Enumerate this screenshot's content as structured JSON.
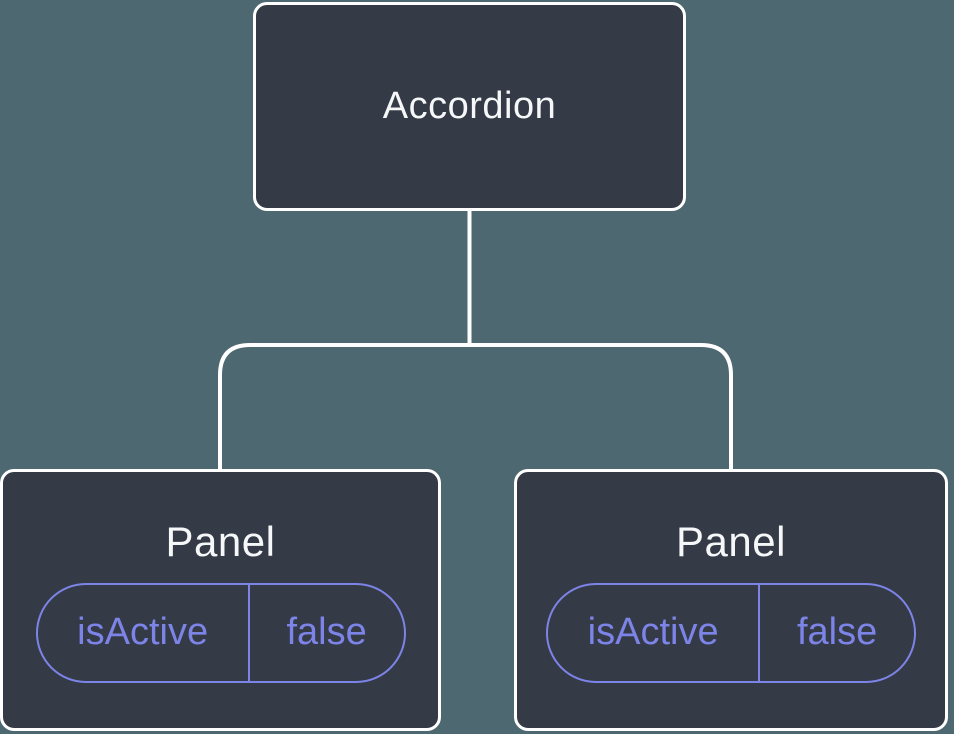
{
  "diagram": {
    "title_node": {
      "label": "Accordion"
    },
    "panels": [
      {
        "label": "Panel",
        "prop_name": "isActive",
        "prop_value": "false"
      },
      {
        "label": "Panel",
        "prop_name": "isActive",
        "prop_value": "false"
      }
    ],
    "colors": {
      "background": "#4d6870",
      "node_fill": "#343a46",
      "node_border": "#ffffff",
      "connector": "#ffffff",
      "accent_purple": "#7d84e8",
      "heading_text": "#f6f7f9"
    }
  }
}
